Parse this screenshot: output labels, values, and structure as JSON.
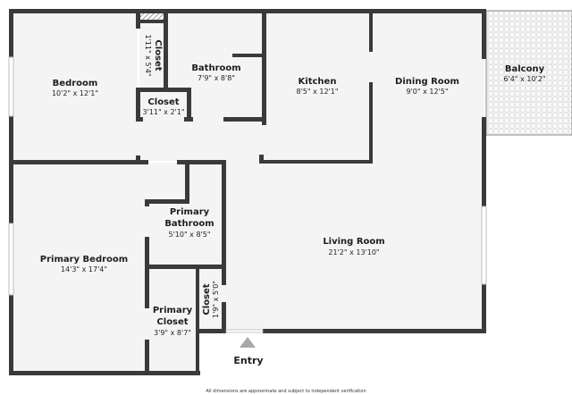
{
  "floorplan": {
    "rooms": [
      {
        "id": "bedroom",
        "name": "Bedroom",
        "dimensions": "10'2\" x 12'1\""
      },
      {
        "id": "closet-1",
        "name": "Closet",
        "dimensions": "1'11\" x 5'4\"",
        "orientation": "vertical"
      },
      {
        "id": "bathroom",
        "name": "Bathroom",
        "dimensions": "7'9\" x 8'8\""
      },
      {
        "id": "closet-2",
        "name": "Closet",
        "dimensions": "3'11\" x 2'1\""
      },
      {
        "id": "kitchen",
        "name": "Kitchen",
        "dimensions": "8'5\" x 12'1\""
      },
      {
        "id": "dining-room",
        "name": "Dining Room",
        "dimensions": "9'0\" x 12'5\""
      },
      {
        "id": "balcony",
        "name": "Balcony",
        "dimensions": "6'4\" x 10'2\""
      },
      {
        "id": "primary-bedroom",
        "name": "Primary Bedroom",
        "dimensions": "14'3\" x 17'4\""
      },
      {
        "id": "primary-bathroom",
        "name_line1": "Primary",
        "name_line2": "Bathroom",
        "dimensions": "5'10\" x 8'5\""
      },
      {
        "id": "primary-closet",
        "name_line1": "Primary",
        "name_line2": "Closet",
        "dimensions": "3'9\" x 8'7\""
      },
      {
        "id": "closet-3",
        "name": "Closet",
        "dimensions": "1'9\" x 5'0\"",
        "orientation": "vertical"
      },
      {
        "id": "living-room",
        "name": "Living Room",
        "dimensions": "21'2\" x 13'10\""
      }
    ],
    "entry": {
      "label": "Entry"
    },
    "footnote": "All dimensions are approximate and subject to independent verification",
    "colors": {
      "wall": "#3a3a3a",
      "floor": "#f4f4f4",
      "background": "#ffffff",
      "entry_marker": "#a8a8a8",
      "balcony_tile": "#e2e2e2"
    }
  }
}
